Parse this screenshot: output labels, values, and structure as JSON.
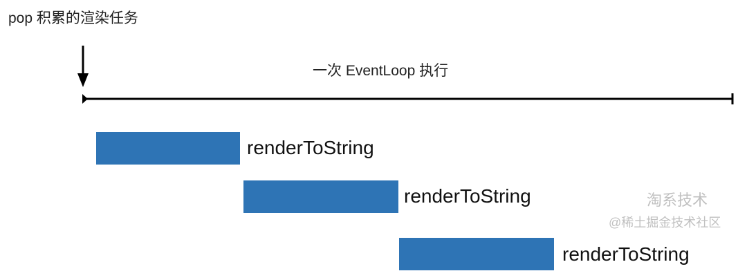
{
  "header": {
    "title": "pop 积累的渲染任务"
  },
  "timeline": {
    "label": "一次 EventLoop 执行"
  },
  "tasks": [
    {
      "label": "renderToString"
    },
    {
      "label": "renderToString"
    },
    {
      "label": "renderToString"
    }
  ],
  "colors": {
    "bar": "#2e74b5",
    "line": "#000000"
  },
  "watermark": {
    "line1": "淘系技术",
    "line2": "@稀土掘金技术社区"
  }
}
